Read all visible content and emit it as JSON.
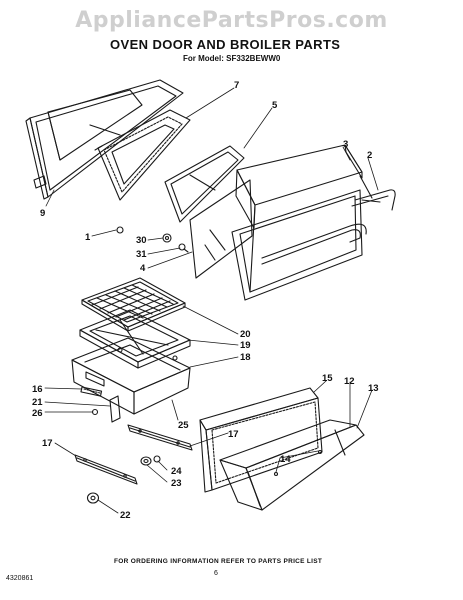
{
  "watermark": "AppliancePartsPros.com",
  "title": "OVEN DOOR AND BROILER PARTS",
  "model_line": "For Model: SF332BEWW0",
  "footnote": "FOR ORDERING INFORMATION REFER TO PARTS PRICE LIST",
  "page_number": "6",
  "document_number": "4320861",
  "callouts": [
    "7",
    "5",
    "3",
    "2",
    "9",
    "1",
    "30",
    "31",
    "4",
    "20",
    "19",
    "18",
    "16",
    "21",
    "26",
    "25",
    "17",
    "15",
    "12",
    "13",
    "14",
    "24",
    "23",
    "22"
  ]
}
